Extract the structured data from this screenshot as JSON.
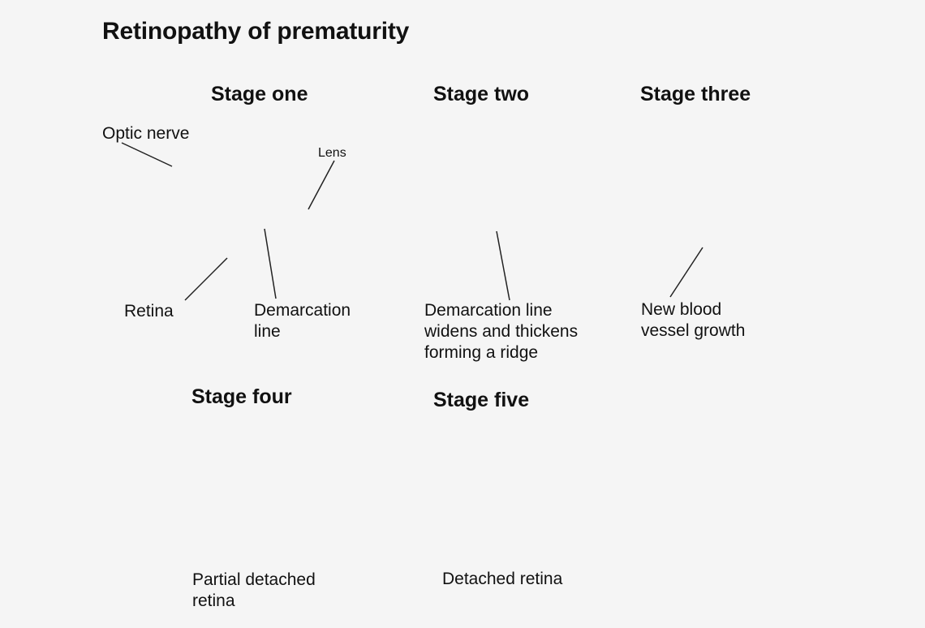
{
  "title": "Retinopathy of prematurity",
  "colors": {
    "background": "#f5f5f5",
    "retina_pink": "#f2a9c2",
    "vessel_magenta": "#e0196d",
    "vitreous_blue": "#bfe3e3",
    "lens_blue": "#8ecfd3",
    "outline": "#333333"
  },
  "stages": [
    {
      "title": "Stage one",
      "labels": {
        "optic_nerve": "Optic nerve",
        "lens": "Lens",
        "retina": "Retina",
        "demarcation": [
          "Demarcation",
          "line"
        ]
      }
    },
    {
      "title": "Stage two",
      "caption": [
        "Demarcation line",
        "widens and thickens",
        "forming a ridge"
      ]
    },
    {
      "title": "Stage three",
      "caption": [
        "New blood",
        "vessel growth"
      ]
    },
    {
      "title": "Stage four",
      "caption": [
        "Partial detached",
        "retina"
      ]
    },
    {
      "title": "Stage five",
      "caption": [
        "Detached retina"
      ]
    }
  ]
}
